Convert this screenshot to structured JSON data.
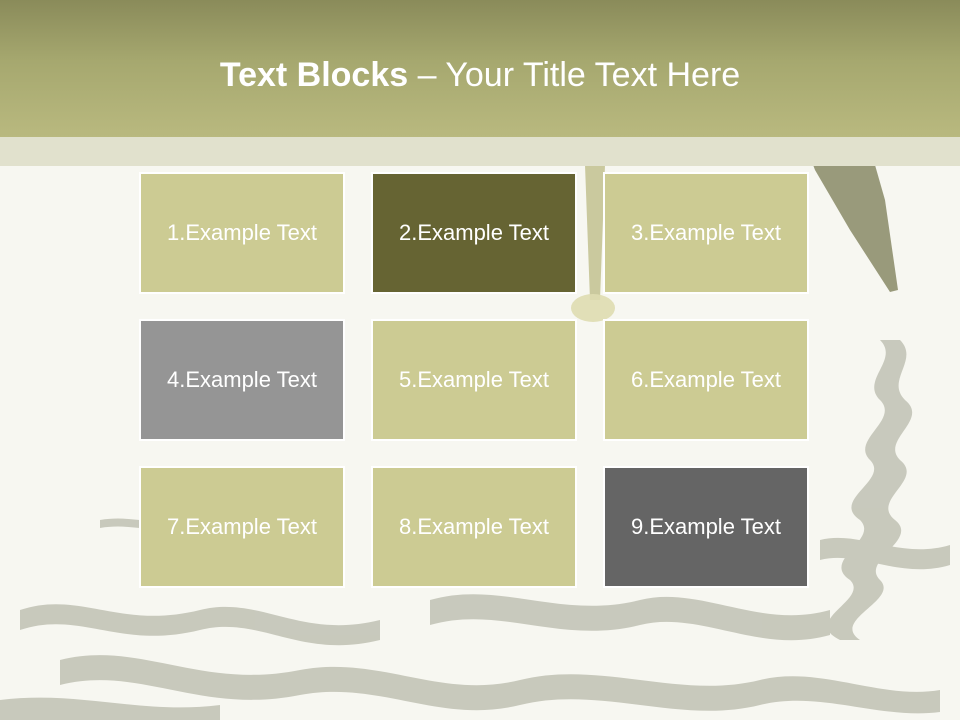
{
  "title": {
    "bold": "Text Blocks",
    "separator": " – ",
    "rest": "Your Title Text Here"
  },
  "blocks": [
    {
      "label": "1.Example Text",
      "color": "#cccb93"
    },
    {
      "label": "2.Example Text",
      "color": "#666433"
    },
    {
      "label": "3.Example Text",
      "color": "#cccb93"
    },
    {
      "label": "4.Example Text",
      "color": "#959595"
    },
    {
      "label": "5.Example Text",
      "color": "#cccb93"
    },
    {
      "label": "6.Example Text",
      "color": "#cccb93"
    },
    {
      "label": "7.Example Text",
      "color": "#cccb93"
    },
    {
      "label": "8.Example Text",
      "color": "#cccb93"
    },
    {
      "label": "9.Example Text",
      "color": "#656565"
    }
  ],
  "colors": {
    "header": "#a6a86f",
    "header_strip": "#e1e1cd",
    "background": "#f7f7f1"
  }
}
